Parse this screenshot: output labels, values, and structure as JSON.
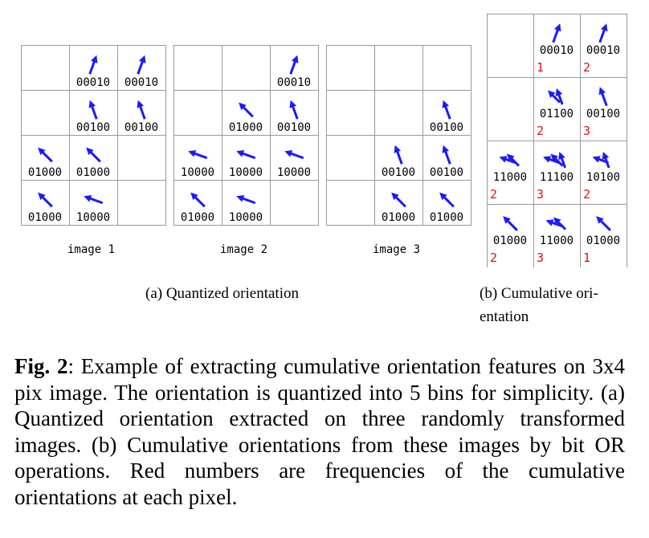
{
  "colors": {
    "arrow": "#1a1aff",
    "frequency": "#e01010",
    "grid": "#999999"
  },
  "panels": [
    {
      "label": "image 1",
      "cells": [
        [
          "",
          "00010",
          "00010"
        ],
        [
          "",
          "00100",
          "00100"
        ],
        [
          "01000",
          "01000",
          ""
        ],
        [
          "01000",
          "10000",
          ""
        ]
      ]
    },
    {
      "label": "image 2",
      "cells": [
        [
          "",
          "",
          "00010"
        ],
        [
          "",
          "01000",
          "00100"
        ],
        [
          "10000",
          "10000",
          "10000"
        ],
        [
          "01000",
          "10000",
          ""
        ]
      ]
    },
    {
      "label": "image 3",
      "cells": [
        [
          "",
          "",
          ""
        ],
        [
          "",
          "",
          "00100"
        ],
        [
          "",
          "00100",
          "00100"
        ],
        [
          "",
          "01000",
          "01000"
        ]
      ]
    }
  ],
  "cumulative": {
    "cells": [
      [
        "",
        "00010",
        "00010"
      ],
      [
        "",
        "01100",
        "00100"
      ],
      [
        "11000",
        "11100",
        "10100"
      ],
      [
        "01000",
        "11000",
        "01000"
      ]
    ],
    "frequencies": [
      [
        "",
        "1",
        "2"
      ],
      [
        "",
        "2",
        "3"
      ],
      [
        "2",
        "3",
        "2"
      ],
      [
        "2",
        "3",
        "1"
      ]
    ]
  },
  "subcaption_a": "(a) Quantized orientation",
  "subcaption_b_line1": "(b) Cumulative ori-",
  "subcaption_b_line2": "entation",
  "caption": {
    "fig_label": "Fig. 2",
    "text": ": Example of extracting cumulative orientation features on 3x4 pix image.  The orientation is quantized into 5 bins for simplicity.  (a) Quantized orientation extracted on three randomly transformed images.  (b) Cumulative orientations from these images by bit OR operations.  Red numbers are frequencies of the cumulative orientations at each pixel."
  }
}
